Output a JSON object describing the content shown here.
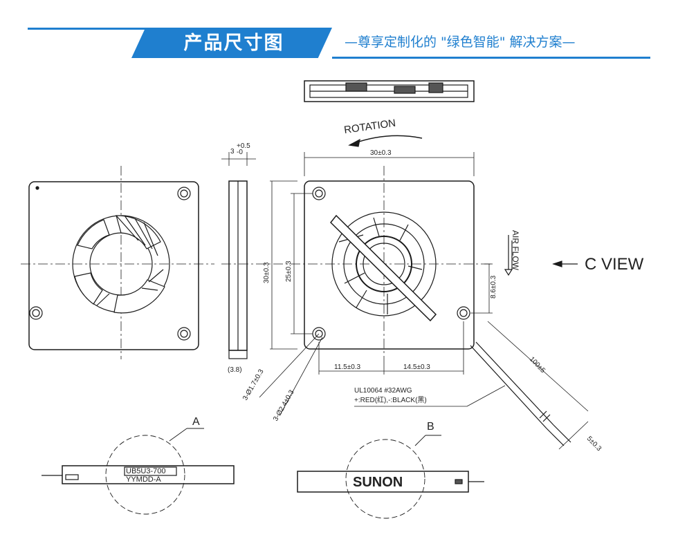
{
  "header": {
    "title": "产品尺寸图",
    "subtitle": "—尊享定制化的 \"绿色智能\" 解决方案—"
  },
  "drawing": {
    "rotation_label": "ROTATION",
    "air_flow_label": "AIR FLOW",
    "c_view_label": "C VIEW",
    "dim_width": "30±0.3",
    "dim_height": "30±0.3",
    "dim_hole_spacing": "25±0.3",
    "dim_thickness": "3",
    "dim_thickness_tol": "+0.5",
    "dim_thickness_tol2": "-0",
    "dim_side_total": "(3.8)",
    "dim_hole_small": "3-Ø1.7±0.3",
    "dim_hole_large": "3-Ø2.4±0.3",
    "dim_x1": "11.5±0.3",
    "dim_x2": "14.5±0.3",
    "dim_wire_exit": "8.6±0.3",
    "dim_wire_len": "100±5",
    "dim_wire_strip": "5±0.3",
    "wire_spec_line1": "UL10064  #32AWG",
    "wire_spec_line2": "+:RED(红),-:BLACK(黑)",
    "detail_a": "A",
    "detail_b": "B",
    "label_a_line1": "UB5U3-700",
    "label_a_line2": "YYMDD-A",
    "brand_b": "SUNON"
  }
}
